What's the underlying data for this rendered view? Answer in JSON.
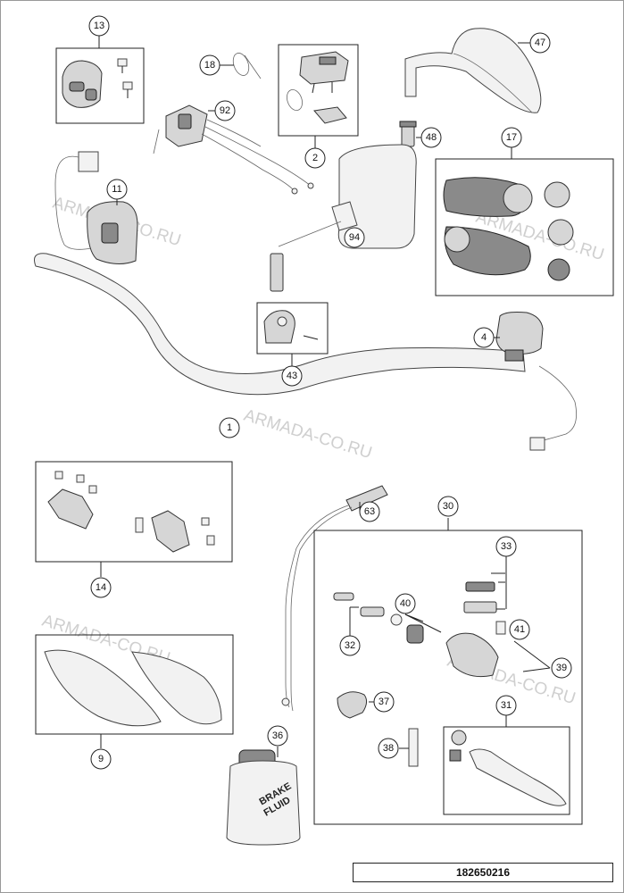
{
  "callouts": {
    "c13": "13",
    "c18": "18",
    "c92": "92",
    "c2": "2",
    "c47": "47",
    "c48": "48",
    "c11": "11",
    "c17": "17",
    "c94": "94",
    "c43": "43",
    "c4": "4",
    "c1": "1",
    "c14": "14",
    "c63": "63",
    "c30": "30",
    "c33": "33",
    "c40": "40",
    "c32": "32",
    "c41": "41",
    "c39": "39",
    "c37": "37",
    "c31": "31",
    "c38": "38",
    "c9": "9",
    "c36": "36"
  },
  "watermark": "ARMADA-CO.RU",
  "fluid_label": {
    "line1": "BRAKE",
    "line2": "FLUID"
  },
  "diagram_code": "182650216"
}
